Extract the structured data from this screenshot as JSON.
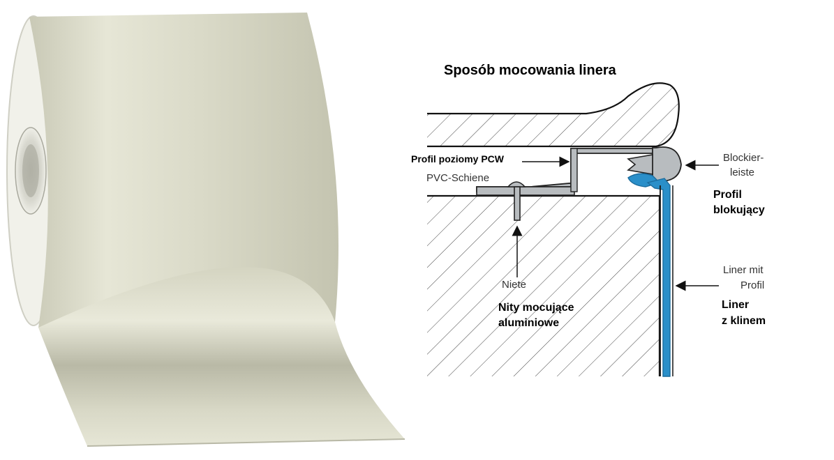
{
  "diagram": {
    "title": "Sposób mocowania linera",
    "labels": {
      "profil_poziomy": "Profil poziomy PCW",
      "pvc_schiene": "PVC-Schiene",
      "blockier_1": "Blockier-",
      "blockier_2": "leiste",
      "profil_blok_1": "Profil",
      "profil_blok_2": "blokujący",
      "niete": "Niete",
      "nity_1": "Nity mocujące",
      "nity_2": "aluminiowe",
      "liner_mit_1": "Liner mit",
      "liner_mit_2": "Profil",
      "liner_z_1": "Liner",
      "liner_z_2": "z klinem"
    },
    "colors": {
      "liner_blue": "#2a8fc9",
      "liner_blue_dark": "#1b6b9c",
      "profile_gray": "#b8bcbf",
      "roll_color": "#dcdccb"
    }
  }
}
